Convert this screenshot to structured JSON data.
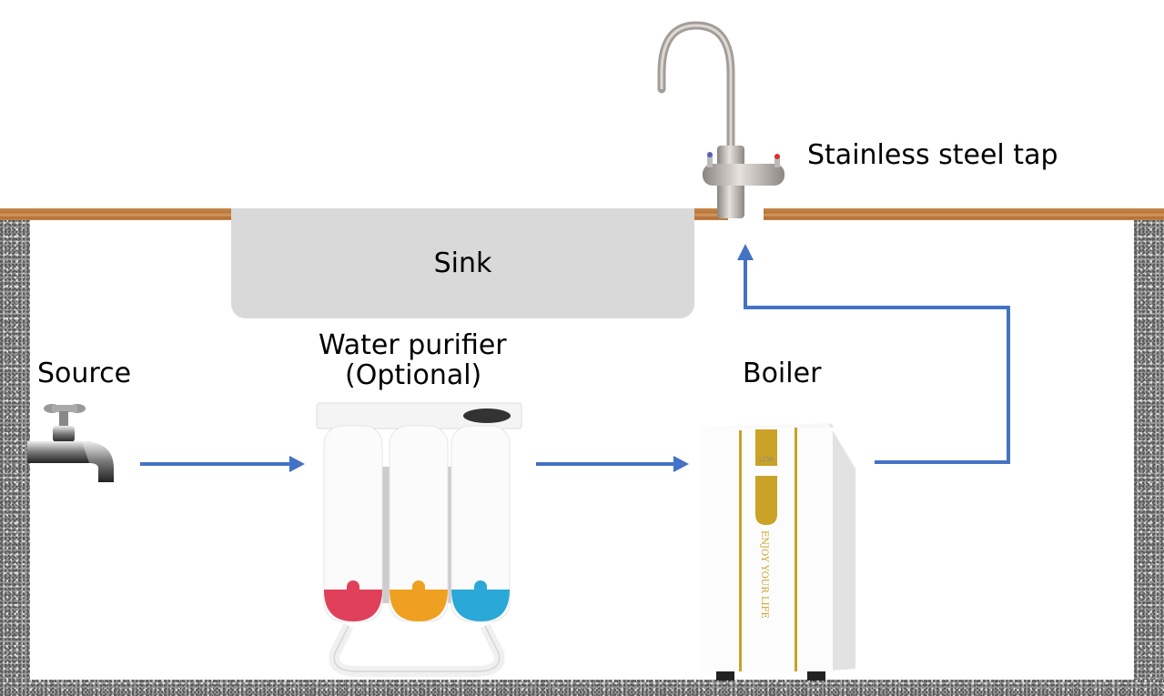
{
  "diagram": {
    "title": "Hot water boiler installation under sink",
    "nodes": {
      "tap": {
        "label": "Stainless steel tap",
        "icon": "faucet-icon"
      },
      "sink": {
        "label": "Sink"
      },
      "source": {
        "label": "Source",
        "icon": "water-tap-icon"
      },
      "purifier": {
        "label_line1": "Water purifier",
        "label_line2": "(Optional)",
        "icon": "water-filter-icon",
        "cartridge_colors": [
          "#e0405a",
          "#f0a020",
          "#2aa8d8"
        ]
      },
      "boiler": {
        "label": "Boiler",
        "icon": "boiler-unit-icon",
        "brand": "LCW 龍泉",
        "slogan": "ENJOY YOUR LIFE",
        "accent": "#c9a227"
      }
    },
    "edges": [
      {
        "from": "source",
        "to": "purifier"
      },
      {
        "from": "purifier",
        "to": "boiler"
      },
      {
        "from": "boiler",
        "to": "tap"
      }
    ],
    "colors": {
      "arrow": "#4472c4",
      "sink": "#d9d9d9",
      "countertop": "#b87538",
      "cabinet_wall": "#9a9a9a"
    }
  }
}
